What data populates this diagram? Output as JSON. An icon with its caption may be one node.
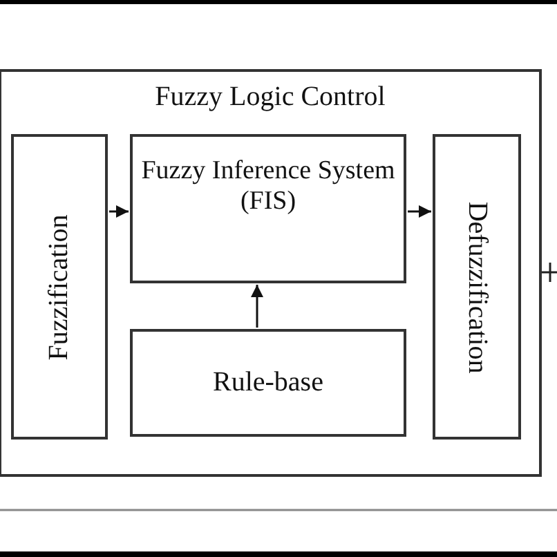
{
  "diagram": {
    "nodes": [
      {
        "text": [
          "Fuzzy Logic Control"
        ]
      },
      {
        "text": [
          "Fuzzification"
        ],
        "in": 0
      },
      {
        "text": [
          "Fuzzy Inference System (FIS)"
        ],
        "in": 0
      },
      {
        "text": [
          "Rule-base"
        ],
        "in": 0
      },
      {
        "text": [
          "Defuzzification"
        ],
        "in": 0
      }
    ],
    "edges": [
      {
        "from": 1,
        "to": 2,
        "arrow": "to"
      },
      {
        "from": 3,
        "to": 2,
        "arrow": "to"
      },
      {
        "from": 2,
        "to": 4,
        "arrow": "to"
      }
    ]
  }
}
